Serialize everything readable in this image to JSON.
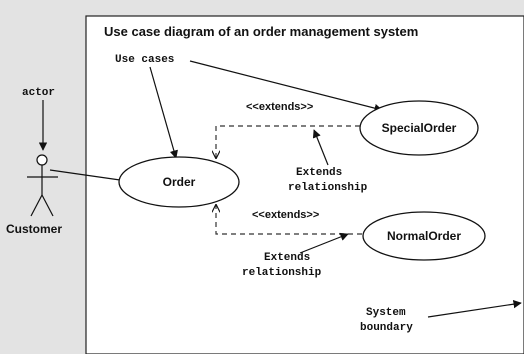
{
  "diagram": {
    "title": "Use case diagram of an order management system",
    "annotations": {
      "use_cases": "Use cases",
      "actor": "actor",
      "extends_rel_1_line1": "Extends",
      "extends_rel_1_line2": "relationship",
      "extends_rel_2_line1": "Extends",
      "extends_rel_2_line2": "relationship",
      "system_line1": "System",
      "system_line2": "boundary"
    },
    "actor": {
      "label": "Customer"
    },
    "use_cases": [
      {
        "label": "Order"
      },
      {
        "label": "SpecialOrder"
      },
      {
        "label": "NormalOrder"
      }
    ],
    "stereotypes": [
      "<<extends>>",
      "<<extends>>"
    ],
    "colors": {
      "background": "#e3e3e3",
      "panel": "#ffffff",
      "ink": "#111111"
    }
  }
}
